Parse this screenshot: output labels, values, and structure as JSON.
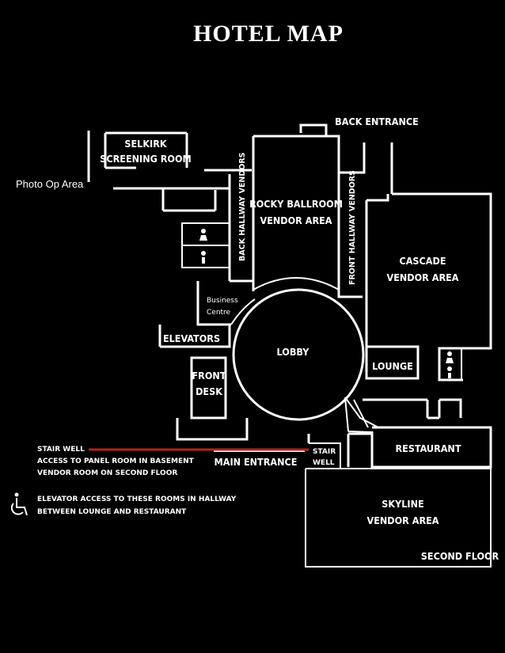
{
  "title": "HOTEL MAP",
  "rooms": {
    "selkirk_line1": "SELKIRK",
    "selkirk_line2": "SCREENING ROOM",
    "photo_op": "Photo Op Area",
    "rocky_line1": "ROCKY BALLROOM",
    "rocky_line2": "VENDOR AREA",
    "back_hallway": "BACK HALLWAY VENDORS",
    "front_hallway": "FRONT HALLWAY VENDORS",
    "cascade_line1": "CASCADE",
    "cascade_line2": "VENDOR AREA",
    "business_line1": "Business",
    "business_line2": "Centre",
    "elevators": "ELEVATORS",
    "lobby": "LOBBY",
    "lounge": "LOUNGE",
    "front_desk_line1": "FRONT",
    "front_desk_line2": "DESK",
    "back_entrance": "BACK ENTRANCE",
    "main_entrance": "MAIN ENTRANCE",
    "stair_well_line1": "STAIR",
    "stair_well_line2": "WELL",
    "restaurant": "RESTAURANT",
    "skyline_line1": "SKYLINE",
    "skyline_line2": "VENDOR AREA",
    "second_floor": "SECOND FLOOR"
  },
  "notes": {
    "stair_line1": "STAIR WELL",
    "stair_line2": "ACCESS TO PANEL ROOM IN BASEMENT",
    "stair_line3": "VENDOR ROOM ON SECOND FLOOR",
    "elevator_line1": "ELEVATOR ACCESS TO THESE ROOMS IN HALLWAY",
    "elevator_line2": "BETWEEN LOUNGE AND RESTAURANT"
  },
  "icons": {
    "accessibility": "wheelchair-icon",
    "restroom": "restroom-icon"
  },
  "colors": {
    "background": "#000000",
    "walls": "#ffffff",
    "stair_marker": "#b22222"
  }
}
